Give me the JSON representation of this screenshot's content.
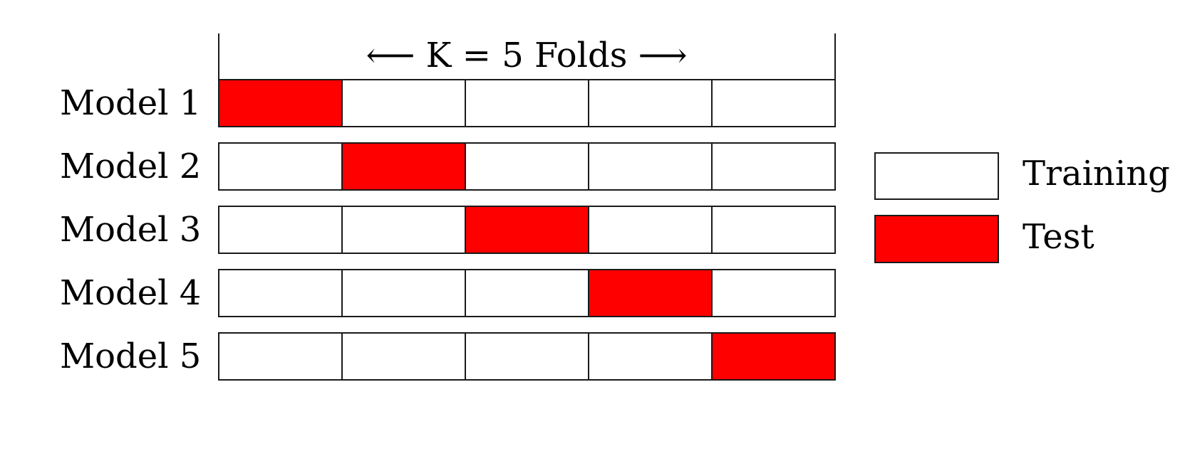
{
  "header": {
    "arrow_left": "⟵",
    "label": "K = 5 Folds",
    "arrow_right": "⟶"
  },
  "folds": 5,
  "models": [
    {
      "label": "Model 1",
      "test_fold": 1
    },
    {
      "label": "Model 2",
      "test_fold": 2
    },
    {
      "label": "Model 3",
      "test_fold": 3
    },
    {
      "label": "Model 4",
      "test_fold": 4
    },
    {
      "label": "Model 5",
      "test_fold": 5
    }
  ],
  "legend": {
    "training_label": "Training",
    "test_label": "Test"
  },
  "colors": {
    "training": "#ffffff",
    "test": "#ff0000",
    "stroke": "#1a1a1a"
  }
}
